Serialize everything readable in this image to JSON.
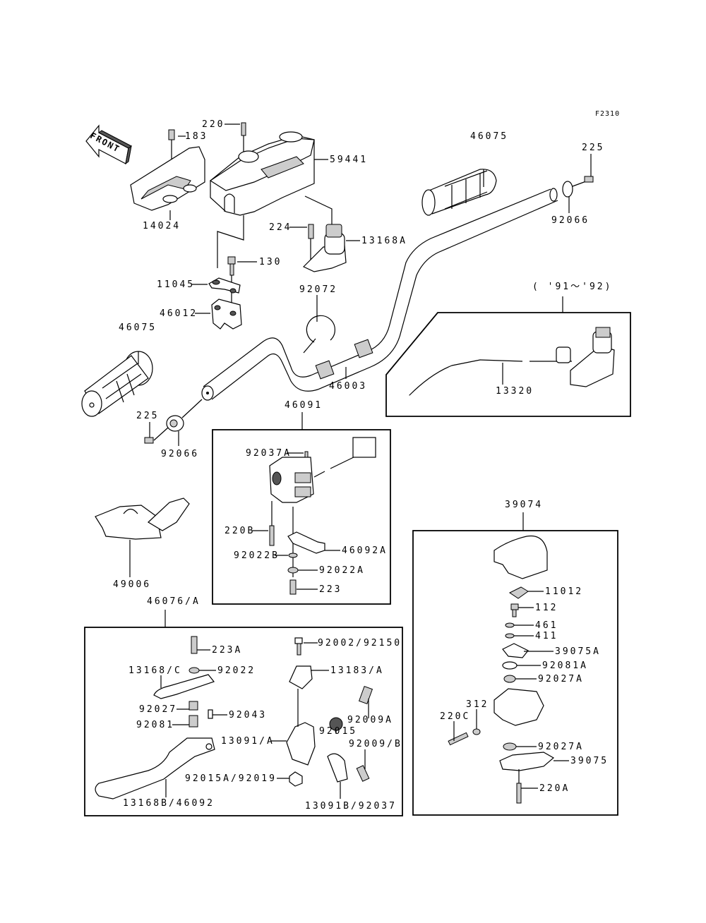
{
  "diagram": {
    "code": "F2310",
    "front_label": "FRONT",
    "year_note": "( '91～'92)",
    "labels": {
      "p220": "220",
      "p183": "183",
      "p59441": "59441",
      "p14024": "14024",
      "p224": "224",
      "p13168A": "13168A",
      "p130": "130",
      "p11045": "11045",
      "p46012": "46012",
      "p46075_top": "46075",
      "p225_top": "225",
      "p92066_top": "92066",
      "p92072": "92072",
      "p46075_left": "46075",
      "p46003": "46003",
      "p13320": "13320",
      "p225_left": "225",
      "p92066_left": "92066",
      "p46091": "46091",
      "p92037A": "92037A",
      "p220B": "220B",
      "p46092A": "46092A",
      "p92022B": "92022B",
      "p92022A": "92022A",
      "p223": "223",
      "p49006": "49006",
      "p39074": "39074",
      "p11012": "11012",
      "p112": "112",
      "p461": "461",
      "p411": "411",
      "p39075A": "39075A",
      "p92081A": "92081A",
      "p92027A_top": "92027A",
      "p312": "312",
      "p220C": "220C",
      "p92027A_bot": "92027A",
      "p39075": "39075",
      "p220A": "220A",
      "p46076A": "46076/A",
      "p223A": "223A",
      "p13168C": "13168/C",
      "p92022": "92022",
      "p92027": "92027",
      "p92043": "92043",
      "p92081": "92081",
      "p13091A": "13091/A",
      "p92015A": "92015A/92019",
      "p13168B": "13168B/46092",
      "p92002": "92002/92150",
      "p13183A": "13183/A",
      "p92009A": "92009A",
      "p92015": "92015",
      "p92009B": "92009/B",
      "p13091B": "13091B/92037"
    }
  }
}
